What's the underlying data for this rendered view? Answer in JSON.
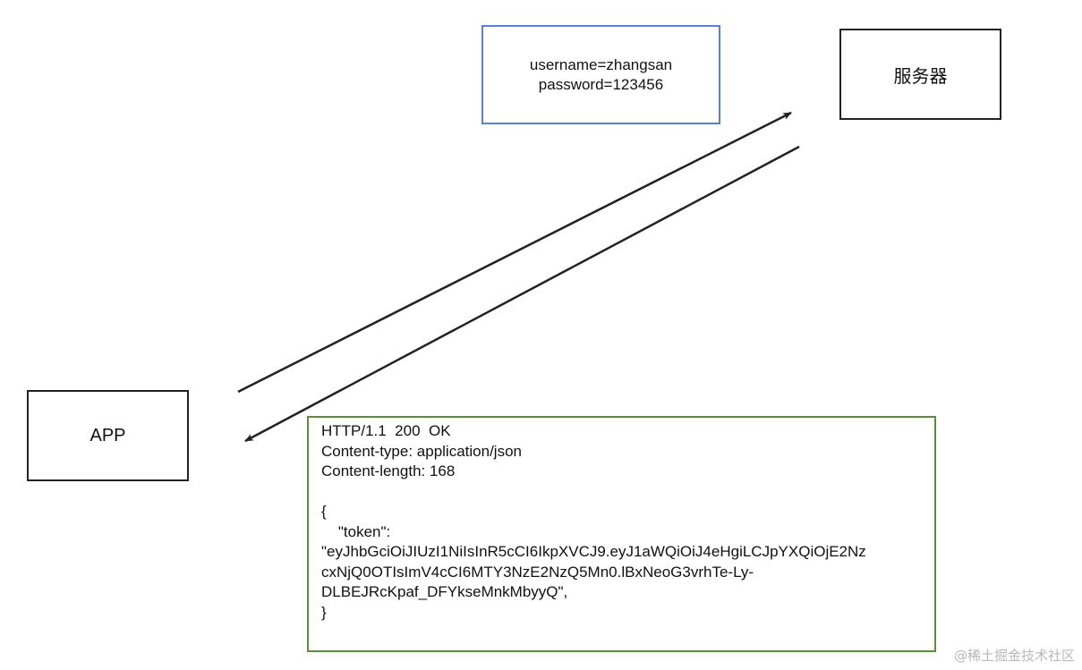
{
  "nodes": {
    "server_label": "服务器",
    "app_label": "APP"
  },
  "request": {
    "line1": "username=zhangsan",
    "line2": "password=123456"
  },
  "response": {
    "lines": [
      "HTTP/1.1  200  OK",
      "Content-type: application/json",
      "Content-length: 168",
      "",
      "{",
      "    \"token\":",
      "\"eyJhbGciOiJIUzI1NiIsInR5cCI6IkpXVCJ9.eyJ1aWQiOiJ4eHgiLCJpYXQiOjE2Nz",
      "cxNjQ0OTIsImV4cCI6MTY3NzE2NzQ5Mn0.lBxNeoG3vrhTe-Ly-",
      "DLBEJRcKpaf_DFYkseMnkMbyyQ\",",
      "}"
    ]
  },
  "colors": {
    "request_border": "#5b7fd6",
    "response_border": "#5a8f3a",
    "node_border": "#222222",
    "arrow": "#222222"
  },
  "watermark": "@稀土掘金技术社区"
}
